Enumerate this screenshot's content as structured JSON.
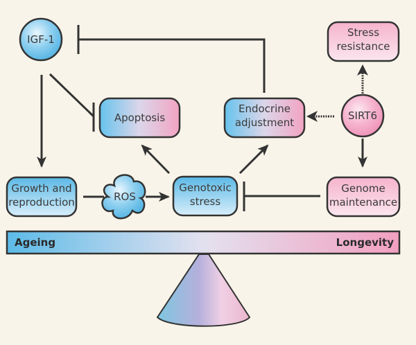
{
  "diagram": {
    "nodes": {
      "igf1": "IGF-1",
      "apoptosis": "Apoptosis",
      "endocrine": "Endocrine adjustment",
      "endocrine_l1": "Endocrine",
      "endocrine_l2": "adjustment",
      "stress_l1": "Stress",
      "stress_l2": "resistance",
      "sirt6": "SIRT6",
      "growth_l1": "Growth and",
      "growth_l2": "reproduction",
      "ros": "ROS",
      "genotoxic_l1": "Genotoxic",
      "genotoxic_l2": "stress",
      "genome_l1": "Genome",
      "genome_l2": "maintenance"
    },
    "edges": [
      {
        "from": "Endocrine adjustment",
        "to": "IGF-1",
        "type": "inhibit"
      },
      {
        "from": "IGF-1",
        "to": "Apoptosis",
        "type": "inhibit"
      },
      {
        "from": "IGF-1",
        "to": "Growth and reproduction",
        "type": "activate"
      },
      {
        "from": "Growth and reproduction",
        "to": "ROS",
        "type": "line"
      },
      {
        "from": "ROS",
        "to": "Genotoxic stress",
        "type": "activate"
      },
      {
        "from": "Genotoxic stress",
        "to": "Apoptosis",
        "type": "activate"
      },
      {
        "from": "Genotoxic stress",
        "to": "Endocrine adjustment",
        "type": "activate"
      },
      {
        "from": "Genome maintenance",
        "to": "Genotoxic stress",
        "type": "inhibit"
      },
      {
        "from": "SIRT6",
        "to": "Endocrine adjustment",
        "type": "activate-dotted"
      },
      {
        "from": "SIRT6",
        "to": "Stress resistance",
        "type": "activate-dotted"
      },
      {
        "from": "SIRT6",
        "to": "Genome maintenance",
        "type": "activate"
      }
    ],
    "balance": {
      "left_label": "Ageing",
      "right_label": "Longevity"
    },
    "colors": {
      "blue": "#5bbbe8",
      "pink": "#f4a6c4",
      "outline": "#333333",
      "background": "#f8f4e9"
    }
  }
}
